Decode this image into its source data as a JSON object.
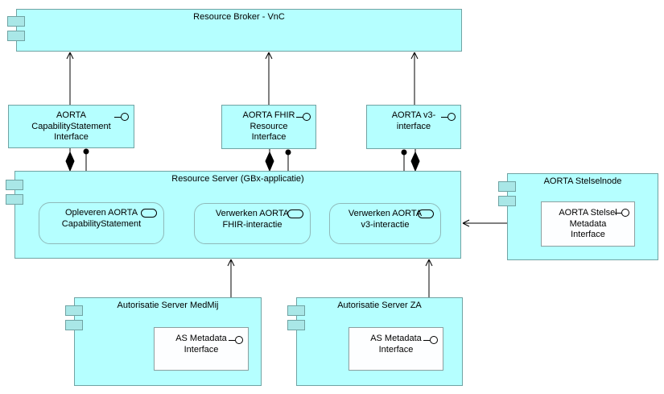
{
  "diagram": {
    "broker": {
      "label": "Resource Broker - VnC"
    },
    "interfaces": {
      "capability": {
        "label": "AORTA\nCapabilityStatement\nInterface"
      },
      "fhir": {
        "label": "AORTA FHIR\nResource\nInterface"
      },
      "v3": {
        "label": "AORTA v3-\ninterface"
      }
    },
    "server": {
      "label": "Resource Server (GBx-applicatie)",
      "functions": {
        "opleveren": {
          "label": "Opleveren AORTA\nCapabilityStatement"
        },
        "fhir": {
          "label": "Verwerken AORTA\nFHIR-interactie"
        },
        "v3": {
          "label": "Verwerken AORTA\nv3-interactie"
        }
      }
    },
    "stelselnode": {
      "label": "AORTA Stelselnode",
      "interface": {
        "label": "AORTA Stelsel\nMetadata\nInterface"
      }
    },
    "medmij": {
      "label": "Autorisatie Server MedMij",
      "interface": {
        "label": "AS Metadata\nInterface"
      }
    },
    "za": {
      "label": "Autorisatie Server ZA",
      "interface": {
        "label": "AS Metadata\nInterface"
      }
    },
    "colors": {
      "element_fill": "#B5FFFF",
      "element_border": "#70A3A3",
      "tab_fill": "#A9E7E7",
      "inner_box_fill": "#FDFEFF",
      "inner_box_border": "#8C9FA0",
      "connector": "#000000"
    }
  }
}
